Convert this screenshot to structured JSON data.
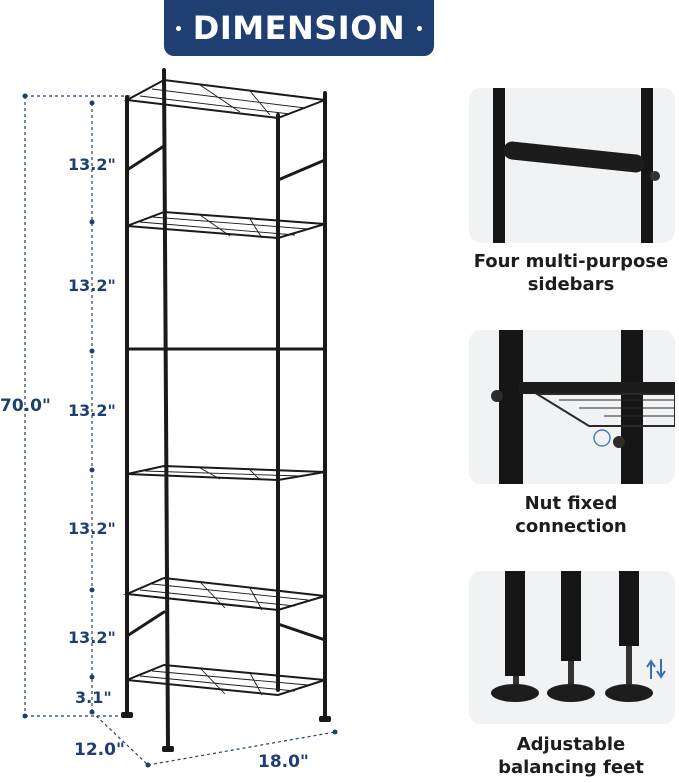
{
  "header": {
    "title": "DIMENSION"
  },
  "dimensions": {
    "total_height": "70.0\"",
    "shelf_gaps": [
      "13.2\"",
      "13.2\"",
      "13.2\"",
      "13.2\"",
      "13.2\""
    ],
    "foot_gap": "3.1\"",
    "depth": "12.0\"",
    "width": "18.0\""
  },
  "features": [
    {
      "caption_line1": "Four multi-purpose",
      "caption_line2": "sidebars",
      "icon": "sidebar-crossbar"
    },
    {
      "caption_line1": "Nut fixed",
      "caption_line2": "connection",
      "icon": "nut-connection"
    },
    {
      "caption_line1": "Adjustable",
      "caption_line2": "balancing feet",
      "icon": "adjustable-feet"
    }
  ],
  "colors": {
    "accent": "#1f3f73",
    "metal": "#1a1a1a",
    "panel_bg": "#f1f2f4"
  }
}
